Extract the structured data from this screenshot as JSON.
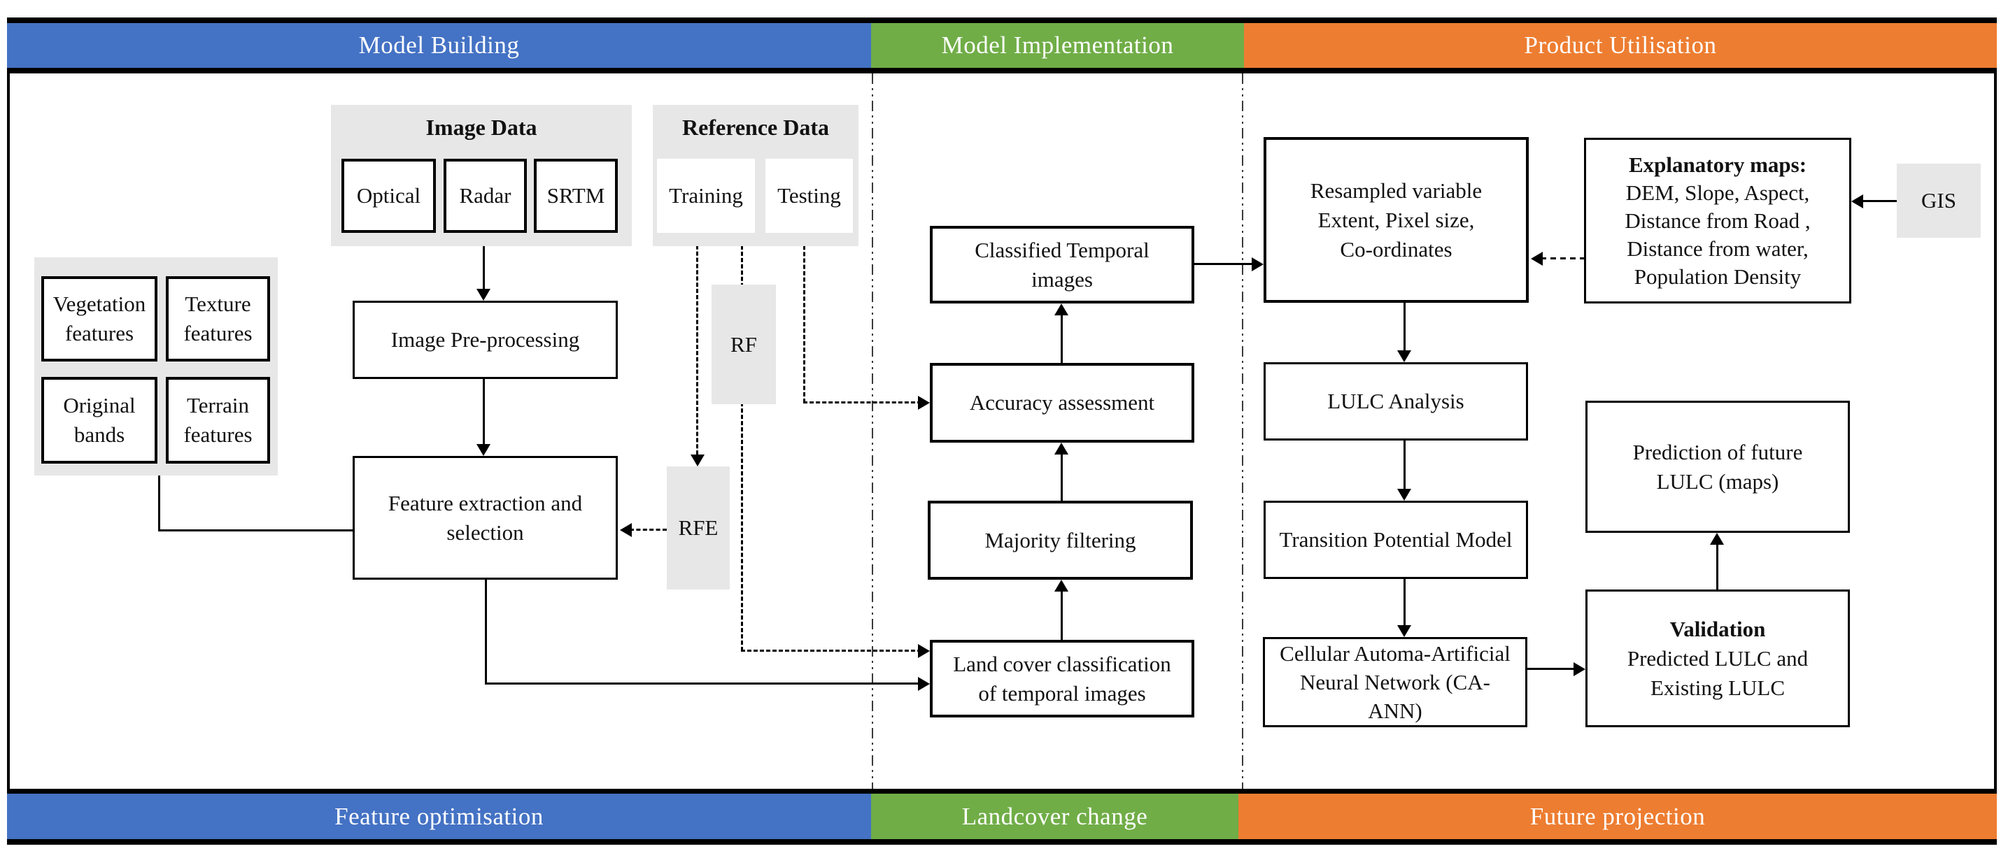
{
  "colors": {
    "blue": "#4472c4",
    "green": "#70ad47",
    "orange": "#ed7d31",
    "gray": "#e7e7e7",
    "line": "#000000"
  },
  "header": {
    "sections": [
      {
        "label": "Model Building",
        "color": "blue"
      },
      {
        "label": "Model Implementation",
        "color": "green"
      },
      {
        "label": "Product Utilisation",
        "color": "orange"
      }
    ]
  },
  "footer": {
    "sections": [
      {
        "label": "Feature optimisation",
        "color": "blue"
      },
      {
        "label": "Landcover change",
        "color": "green"
      },
      {
        "label": "Future projection",
        "color": "orange"
      }
    ]
  },
  "groups": {
    "image_data": {
      "title": "Image Data"
    },
    "reference_data": {
      "title": "Reference Data"
    }
  },
  "boxes": {
    "optical": "Optical",
    "radar": "Radar",
    "srtm": "SRTM",
    "training": "Training",
    "testing": "Testing",
    "vegetation": [
      "Vegetation",
      "features"
    ],
    "texture": [
      "Texture",
      "features"
    ],
    "original_bands": [
      "Original",
      "bands"
    ],
    "terrain": [
      "Terrain",
      "features"
    ],
    "preprocessing": "Image Pre-processing",
    "feature_extraction": [
      "Feature extraction and",
      "selection"
    ],
    "rf": "RF",
    "rfe": "RFE",
    "classified": [
      "Classified Temporal",
      "images"
    ],
    "accuracy": "Accuracy assessment",
    "majority": "Majority filtering",
    "landcover": [
      "Land cover classification",
      "of temporal images"
    ],
    "resampled": [
      "Resampled variable",
      "Extent, Pixel size,",
      "Co-ordinates"
    ],
    "explanatory": [
      "Explanatory maps:",
      "DEM, Slope, Aspect,",
      "Distance from Road ,",
      "Distance from water,",
      "Population Density"
    ],
    "gis": "GIS",
    "lulc_analysis": "LULC Analysis",
    "transition": "Transition Potential Model",
    "ca_ann": [
      "Cellular Automa-Artificial",
      "Neural Network (CA-",
      "ANN)"
    ],
    "prediction": [
      "Prediction of future",
      "LULC (maps)"
    ],
    "validation": [
      "Validation",
      "Predicted LULC and",
      "Existing LULC"
    ]
  }
}
